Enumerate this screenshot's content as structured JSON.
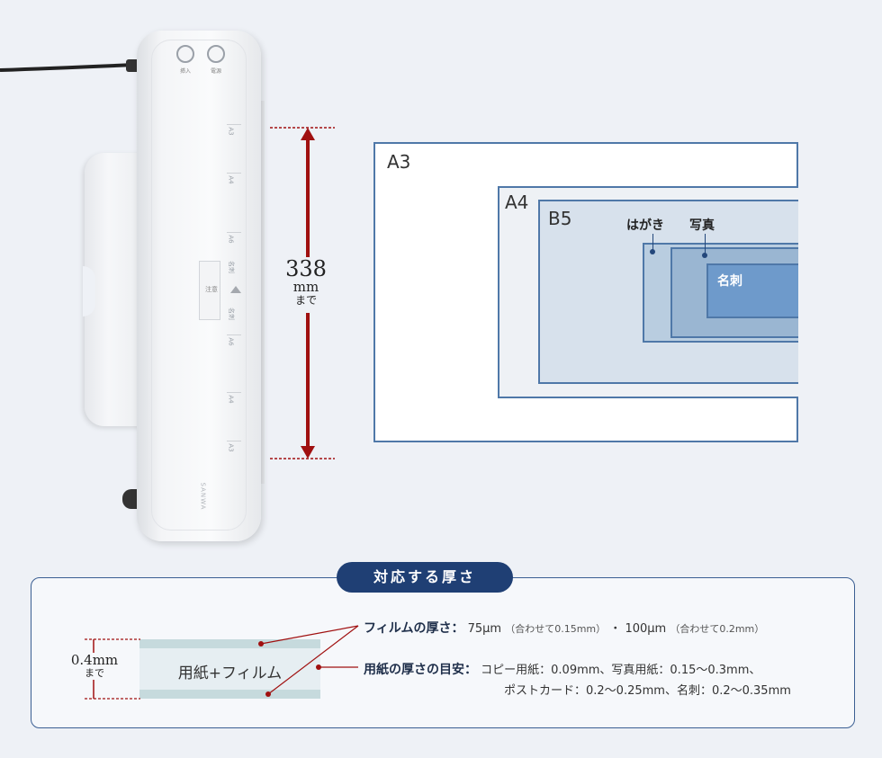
{
  "device": {
    "buttons": [
      "挿入",
      "電源"
    ],
    "marks": [
      "A3",
      "A4",
      "A6",
      "名刺",
      "名刺",
      "A6",
      "A4",
      "A3"
    ],
    "caution": "注意",
    "logo": "SANWA"
  },
  "dimension": {
    "value": "338",
    "unit": "mm",
    "suffix": "まで"
  },
  "paper_sizes": {
    "a3": "A3",
    "a4": "A4",
    "b5": "B5",
    "postcard": "はがき",
    "photo": "写真",
    "card": "名刺"
  },
  "thickness": {
    "title": "対応する厚さ",
    "film_label": "用紙+フィルム",
    "total_value": "0.4",
    "total_unit": "mm",
    "total_suffix": "まで",
    "film_key": "フィルムの厚さ：",
    "film_val_1": "75μm",
    "film_note_1": "（合わせて0.15mm）",
    "film_sep": "・",
    "film_val_2": "100μm",
    "film_note_2": "（合わせて0.2mm）",
    "paper_key": "用紙の厚さの目安：",
    "paper_line_1": "コピー用紙：0.09mm、写真用紙：0.15〜0.3mm、",
    "paper_line_2": "ポストカード：0.2〜0.25mm、名刺：0.2〜0.35mm"
  },
  "colors": {
    "accent": "#1f3f74",
    "dimension_red": "#a01010",
    "paper_border": "#4f78a8"
  }
}
